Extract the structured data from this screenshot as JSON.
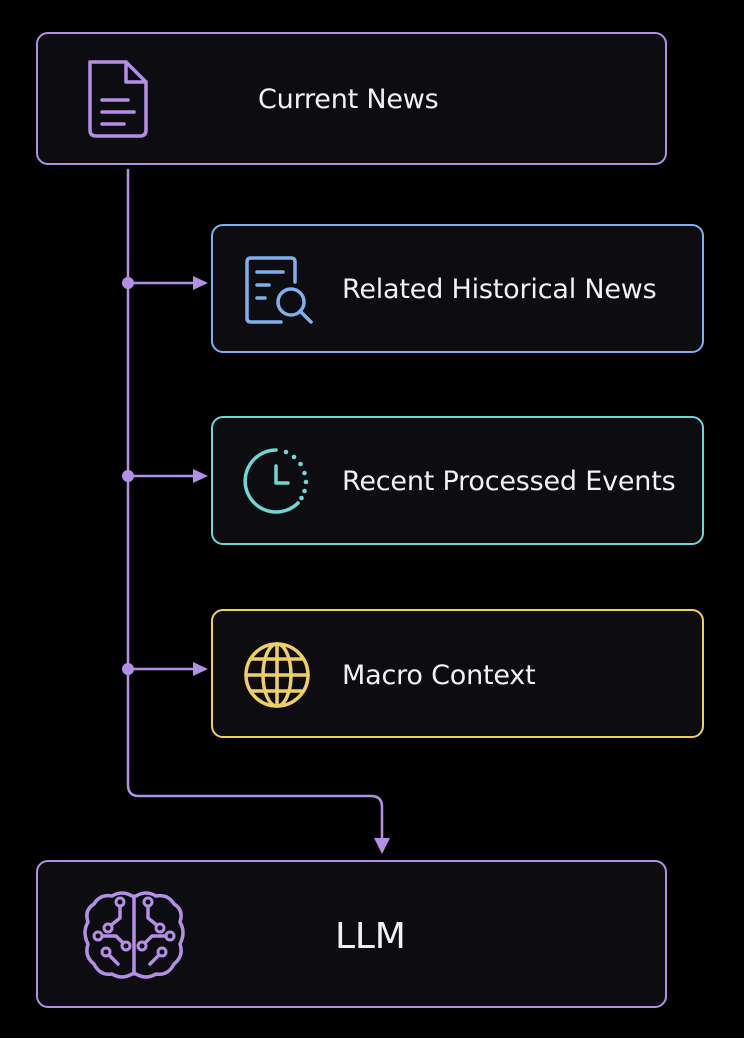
{
  "diagram": {
    "colors": {
      "background": "#000000",
      "purple": "#b38fe6",
      "blue": "#7fb0ee",
      "teal": "#6fd6d6",
      "yellow": "#efcf64",
      "text": "#f2f2f4"
    },
    "nodes": {
      "current_news": {
        "label": "Current News",
        "icon": "document-icon"
      },
      "related_historical_news": {
        "label": "Related Historical News",
        "icon": "document-search-icon"
      },
      "recent_processed_events": {
        "label": "Recent Processed Events",
        "icon": "clock-icon"
      },
      "macro_context": {
        "label": "Macro Context",
        "icon": "globe-icon"
      },
      "llm": {
        "label": "LLM",
        "icon": "brain-icon"
      }
    },
    "edges": [
      {
        "from": "Current News",
        "to": "Related Historical News"
      },
      {
        "from": "Current News",
        "to": "Recent Processed Events"
      },
      {
        "from": "Current News",
        "to": "Macro Context"
      },
      {
        "from": "Current News",
        "to": "LLM"
      }
    ]
  }
}
